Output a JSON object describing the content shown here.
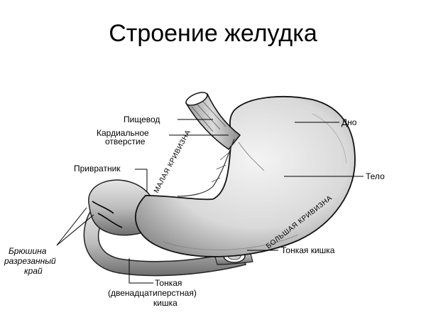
{
  "title": "Строение желудка",
  "labels": {
    "esophagus": "Пищевод",
    "cardiac_line1": "Кардиальное",
    "cardiac_line2": "отверстие",
    "pylorus": "Привратник",
    "fundus": "Дно",
    "body": "Тело",
    "small_intestine": "Тонкая кишка",
    "peritoneum_line1": "Брюшина",
    "peritoneum_line2": "разрезанный",
    "peritoneum_line3": "край",
    "duodenum_line1": "Тонкая",
    "duodenum_line2": "(двенадцатиперстная)",
    "duodenum_line3": "кишка",
    "lesser_curvature": "МАЛАЯ КРИВИЗНА",
    "greater_curvature": "БОЛЬШАЯ КРИВИЗНА"
  }
}
